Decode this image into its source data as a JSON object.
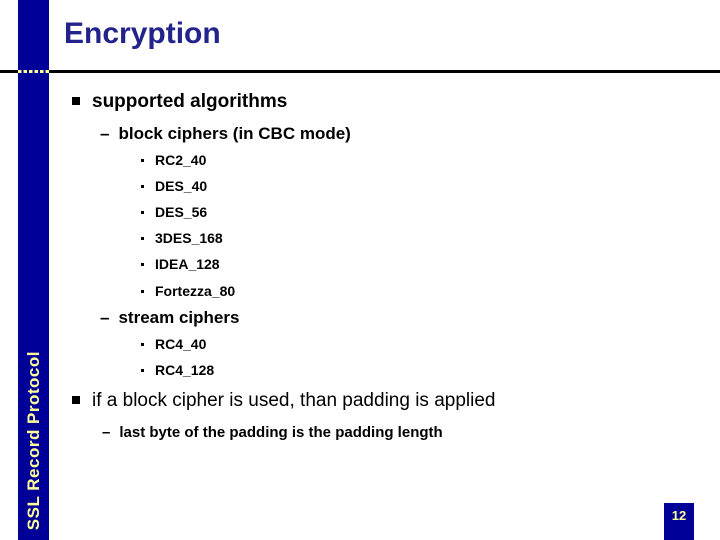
{
  "slide": {
    "title": "Encryption",
    "sidebar_label": "SSL Record Protocol",
    "page_number": "12",
    "colors": {
      "navy": "#000099",
      "title_blue": "#23238C",
      "accent_yellow": "#FFFF99",
      "text": "#000000",
      "background": "#FFFFFF"
    }
  },
  "content": {
    "sections": [
      {
        "heading": "supported algorithms",
        "groups": [
          {
            "label": "block ciphers (in CBC mode)",
            "items": [
              "RC2_40",
              "DES_40",
              "DES_56",
              "3DES_168",
              "IDEA_128",
              "Fortezza_80"
            ]
          },
          {
            "label": "stream ciphers",
            "items": [
              "RC4_40",
              "RC4_128"
            ]
          }
        ]
      },
      {
        "heading": "if a block cipher is used, than padding is applied",
        "groups": [
          {
            "label": "last byte of the padding is the padding length",
            "items": []
          }
        ]
      }
    ]
  }
}
